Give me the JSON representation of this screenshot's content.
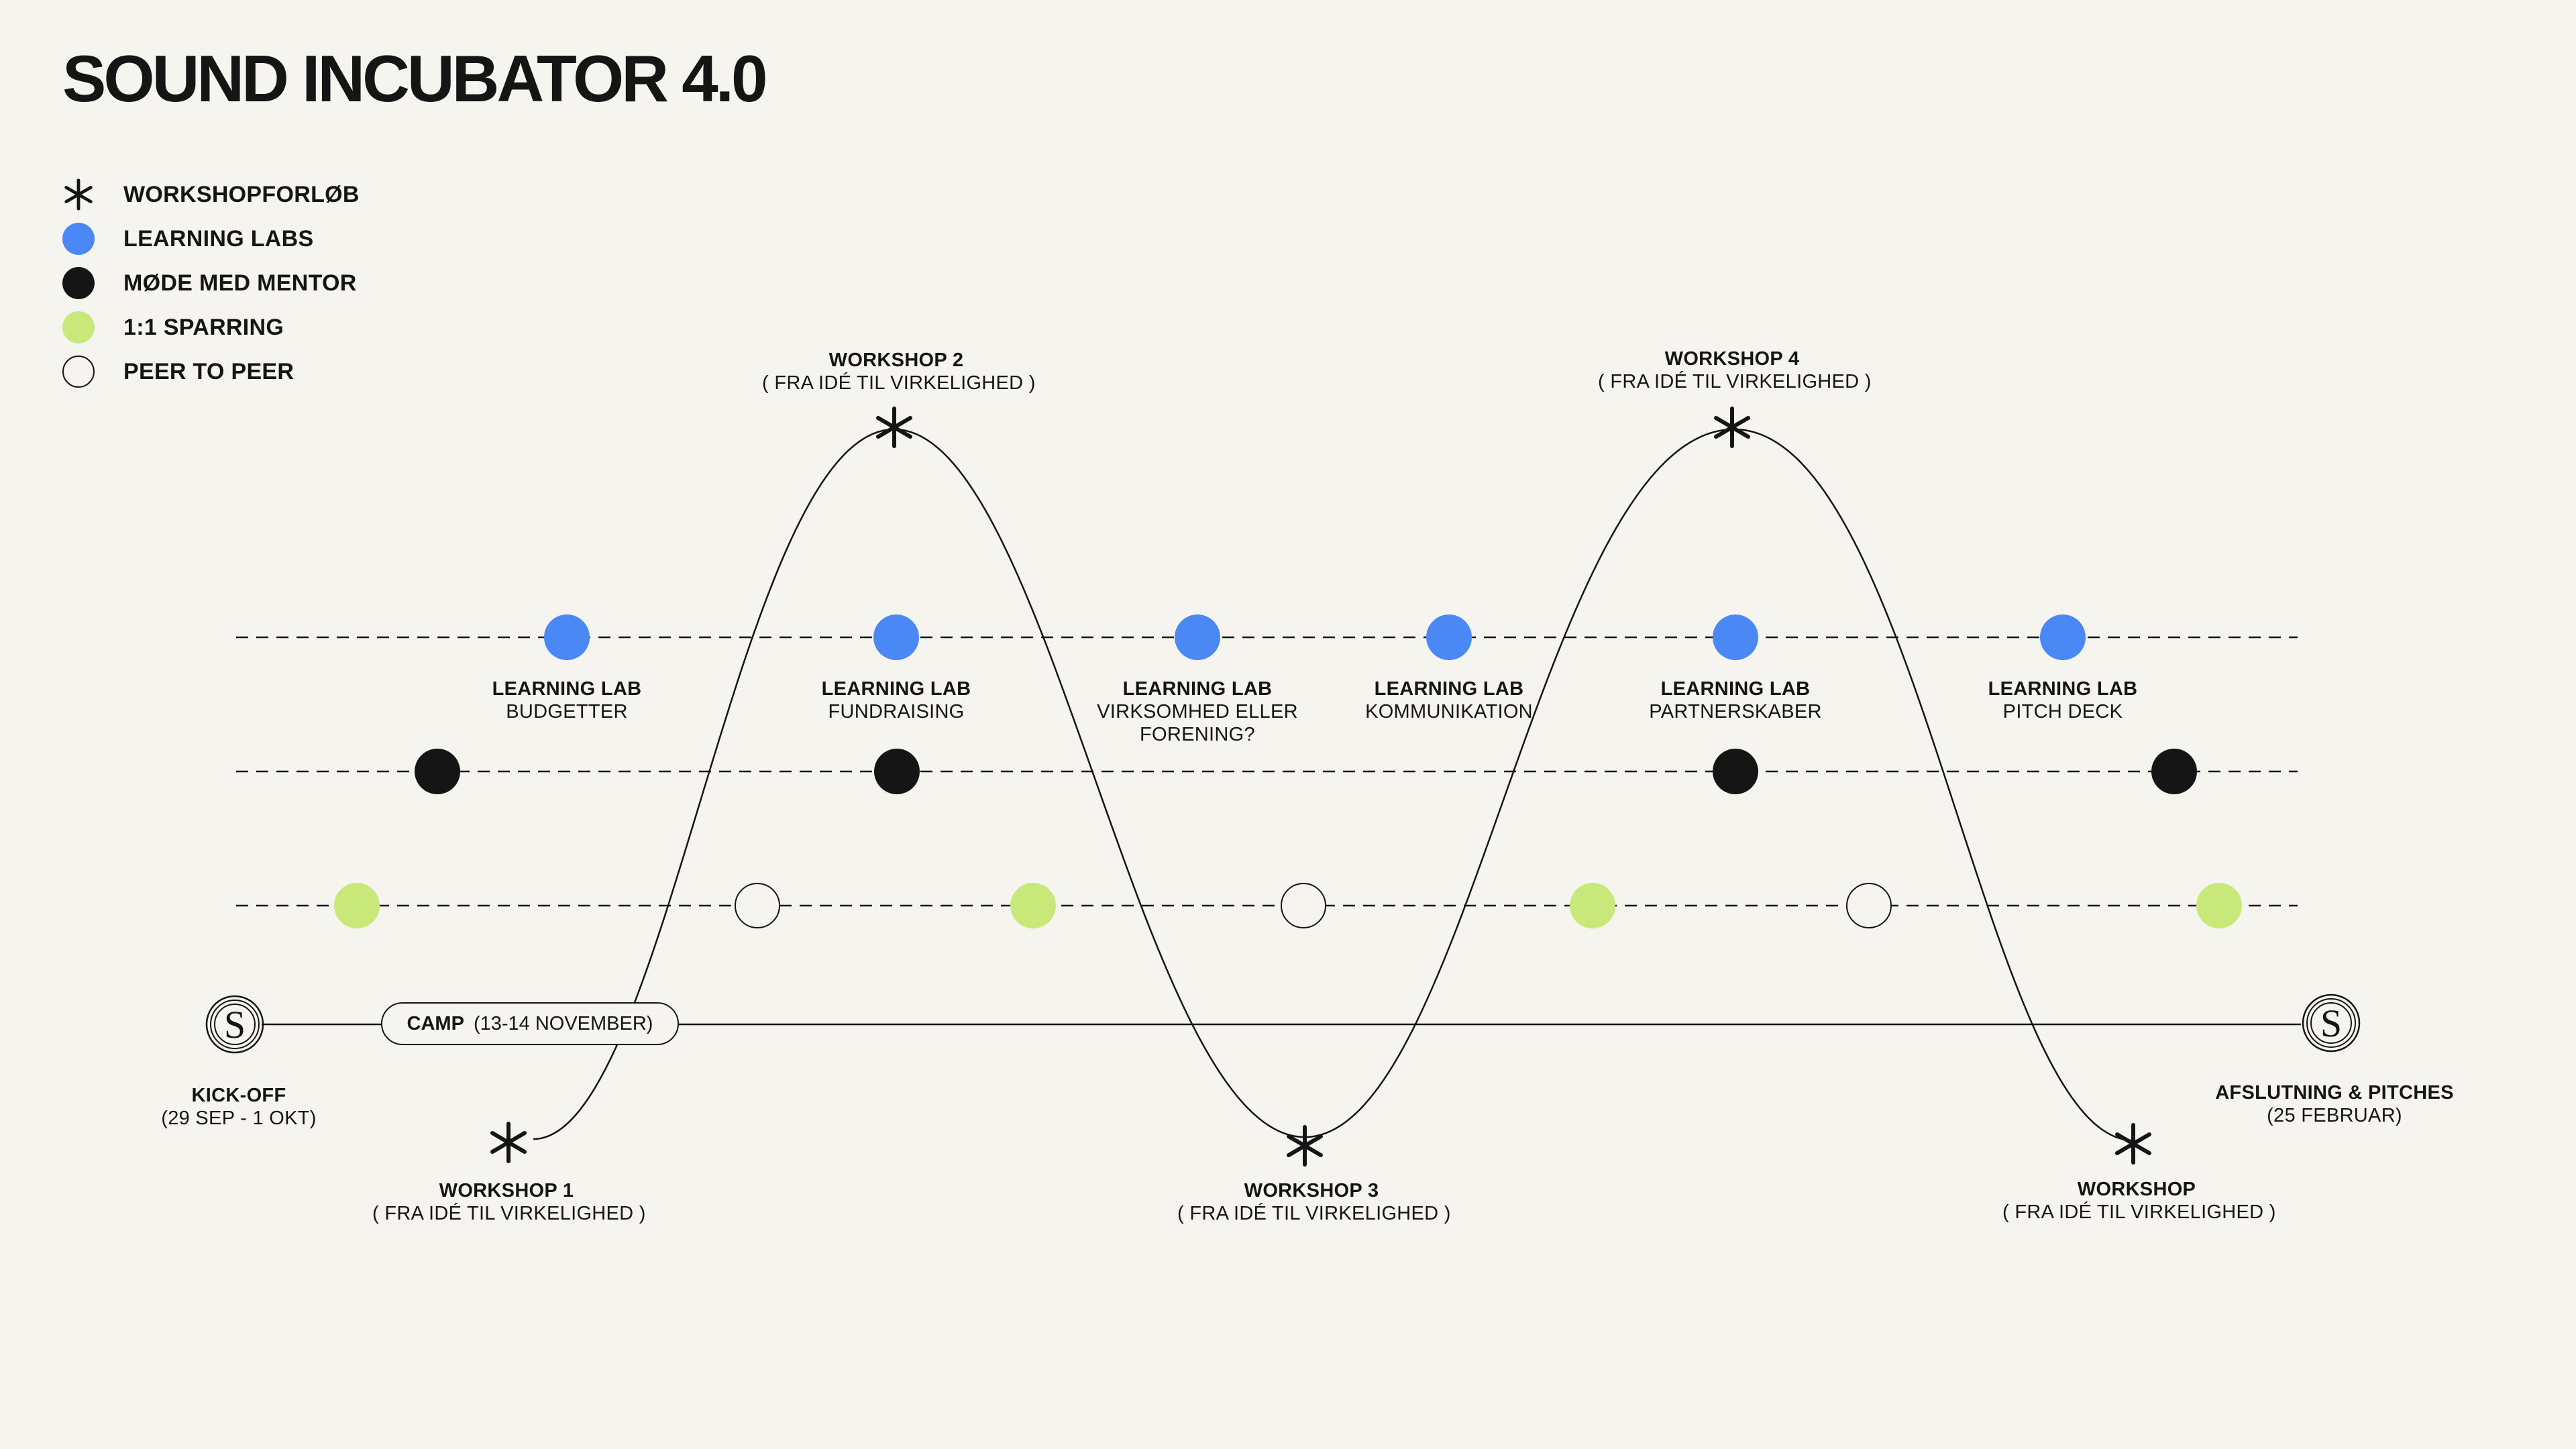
{
  "title": "SOUND INCUBATOR 4.0",
  "legend": [
    {
      "icon": "asterisk-icon",
      "label": "WORKSHOPFORLØB"
    },
    {
      "icon": "blue-dot-icon",
      "label": "LEARNING LABS"
    },
    {
      "icon": "black-dot-icon",
      "label": "MØDE MED MENTOR"
    },
    {
      "icon": "green-dot-icon",
      "label": "1:1 SPARRING"
    },
    {
      "icon": "open-circle-icon",
      "label": "PEER TO PEER"
    }
  ],
  "colors": {
    "background": "#f5f4ee",
    "blue": "#4a89f5",
    "black": "#151515",
    "green": "#c9e87a"
  },
  "workshops": [
    {
      "title": "WORKSHOP 1",
      "subtitle": "( FRA IDÉ TIL VIRKELIGHED )"
    },
    {
      "title": "WORKSHOP 2",
      "subtitle": "( FRA IDÉ TIL VIRKELIGHED )"
    },
    {
      "title": "WORKSHOP 3",
      "subtitle": "( FRA IDÉ TIL VIRKELIGHED )"
    },
    {
      "title": "WORKSHOP 4",
      "subtitle": "( FRA IDÉ TIL VIRKELIGHED )"
    },
    {
      "title": "WORKSHOP",
      "subtitle": "( FRA IDÉ TIL VIRKELIGHED )"
    }
  ],
  "learning_labs": [
    {
      "title": "LEARNING LAB",
      "subtitle": "BUDGETTER"
    },
    {
      "title": "LEARNING LAB",
      "subtitle": "FUNDRAISING"
    },
    {
      "title": "LEARNING LAB",
      "subtitle": "VIRKSOMHED ELLER\nFORENING?"
    },
    {
      "title": "LEARNING LAB",
      "subtitle": "KOMMUNIKATION"
    },
    {
      "title": "LEARNING LAB",
      "subtitle": "PARTNERSKABER"
    },
    {
      "title": "LEARNING LAB",
      "subtitle": "PITCH DECK"
    }
  ],
  "timeline": {
    "start": {
      "logo": "sound-incubator-logo",
      "title": "KICK-OFF",
      "subtitle": "(29 SEP - 1 OKT)"
    },
    "camp": {
      "title": "CAMP",
      "subtitle": "(13-14 NOVEMBER)"
    },
    "end": {
      "logo": "sound-incubator-logo",
      "title": "AFSLUTNING & PITCHES",
      "subtitle": "(25 FEBRUAR)"
    }
  },
  "mentor_meetings": 4,
  "sparring_sessions": {
    "one_to_one": 4,
    "peer_to_peer": 3
  }
}
